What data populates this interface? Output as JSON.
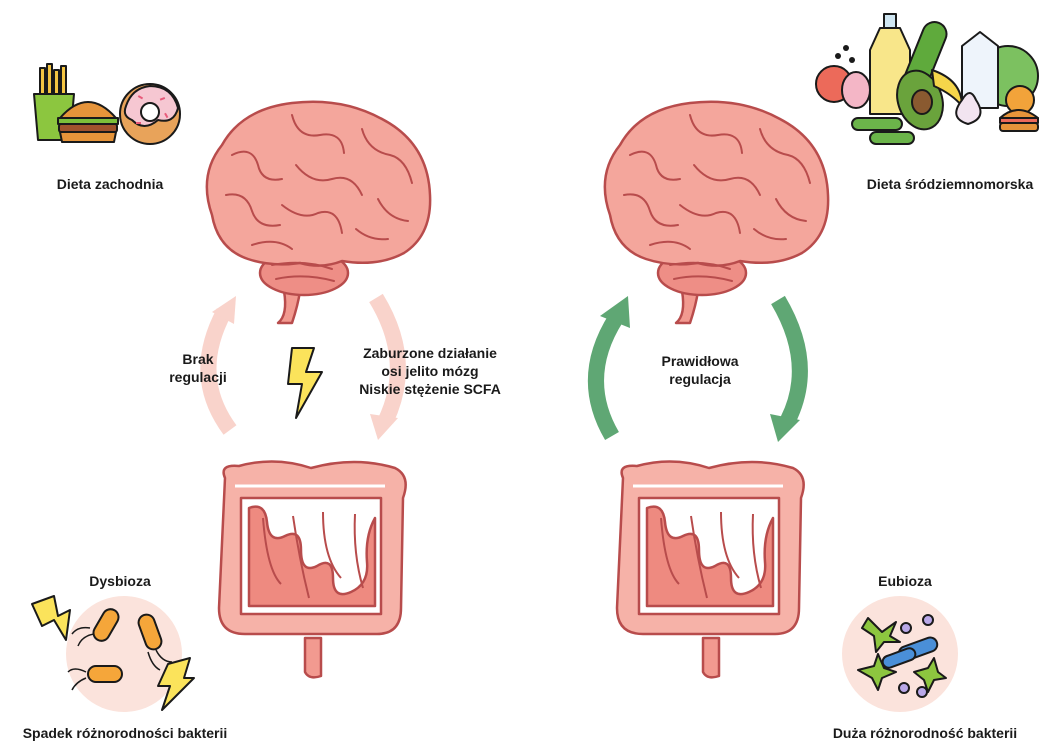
{
  "left": {
    "diet_label": "Dieta zachodnia",
    "cycle_left_label": "Brak\nregulacji",
    "cycle_right_label": "Zaburzone działanie\nosi jelito mózg\nNiskie stężenie SCFA",
    "microbiome_label": "Dysbioza",
    "bacteria_label": "Spadek różnorodności bakterii",
    "arrow_color": "#f9d3cb"
  },
  "right": {
    "diet_label": "Dieta śródziemnomorska",
    "cycle_label": "Prawidłowa\nregulacja",
    "microbiome_label": "Eubioza",
    "bacteria_label": "Duża różnorodność bakterii",
    "arrow_color": "#5fa774"
  },
  "icons": {
    "brain": "brain-icon",
    "intestine": "intestine-icon",
    "lightning": "lightning-icon",
    "fast_food": "fast-food-icon",
    "healthy_food": "healthy-food-icon",
    "bacteria": "bacteria-icon"
  },
  "colors": {
    "organ_fill": "#f29a90",
    "organ_stroke": "#b84c4c",
    "bolt": "#fbe35b",
    "circle_bg": "#fbe3dc"
  }
}
